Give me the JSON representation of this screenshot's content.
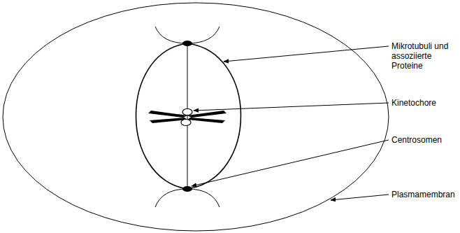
{
  "diagram": {
    "labels": [
      "Mikrotubuli und assoziierte Proteine",
      "Kinetochore",
      "Centrosomen",
      "Plasmamembran"
    ]
  }
}
